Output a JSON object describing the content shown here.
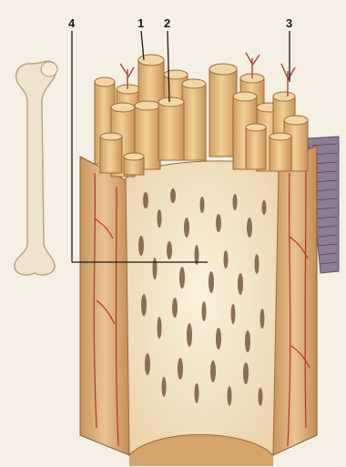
{
  "labels": [
    {
      "id": "1",
      "text": "1"
    },
    {
      "id": "2",
      "text": "2"
    },
    {
      "id": "3",
      "text": "3"
    },
    {
      "id": "4",
      "text": "4"
    }
  ],
  "colors": {
    "background": "#f6efe4",
    "osteon": "#e8c089",
    "osteon_shade": "#cf9f62",
    "spongy": "#f3e3c4",
    "spongy_pore": "#7a5a3e",
    "vessel": "#b5322b",
    "periosteum": "#7c6b86"
  }
}
